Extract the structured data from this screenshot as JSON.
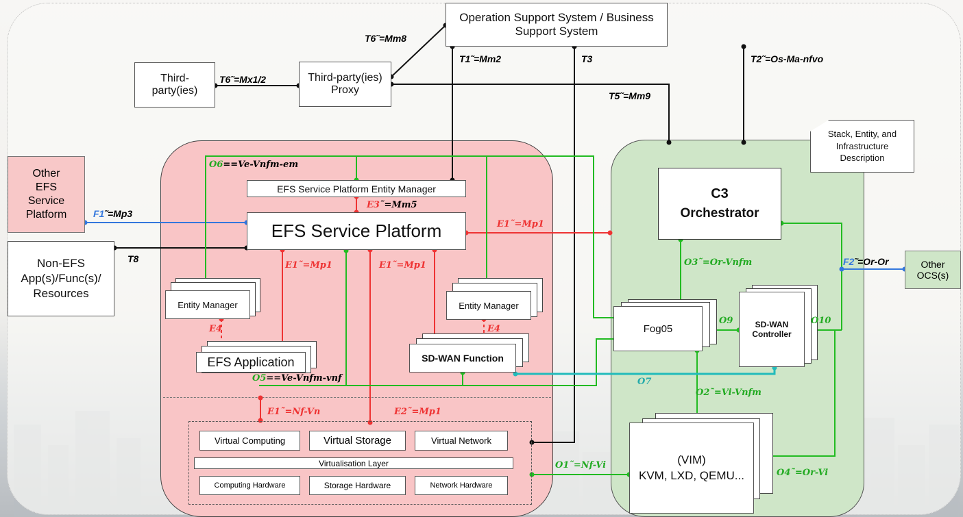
{
  "oss_bss": "Operation Support System / Business Support System",
  "third_party": "Third-\nparty(ies)",
  "third_party_proxy": "Third-party(ies)\nProxy",
  "other_efs": "Other\nEFS\nService\nPlatform",
  "non_efs": "Non-EFS\nApp(s)/Func(s)/\nResources",
  "sepm": "EFS Service Platform Entity Manager",
  "efs_service_platform": "EFS Service Platform",
  "entity_manager_left": "Entity Manager",
  "entity_manager_right": "Entity Manager",
  "efs_application": "EFS Application",
  "sdwan_function": "SD-WAN Function",
  "virtual_computing": "Virtual Computing",
  "virtual_storage": "Virtual Storage",
  "virtual_network": "Virtual Network",
  "virtualisation_layer": "Virtualisation Layer",
  "computing_hardware": "Computing Hardware",
  "storage_hardware": "Storage Hardware",
  "network_hardware": "Network Hardware",
  "stack_desc": "Stack, Entity, and\nInfrastructure\nDescription",
  "c3": "C3",
  "orchestrator": "Orchestrator",
  "fog05": "Fog05",
  "sdwan_controller": "SD-WAN\nController",
  "vim": "(VIM)\nKVM, LXD, QEMU...",
  "other_ocs": "Other\nOCS(s)",
  "labels": {
    "t6_mm8": "T6˜=Mm8",
    "t6_mx": "T6˜=Mx1/2",
    "t1_mm2": "T1˜=Mm2",
    "t3": "T3",
    "t2": "T2˜=Os-Ma-nfvo",
    "t5": "T5˜=Mm9",
    "t8": "T8",
    "f1": "F1",
    "f1_rest": "˜=Mp3",
    "f2": "F2",
    "f2_rest": "˜=Or-Or",
    "o6": "O6",
    "o6_rest": "==Ve-Vnfm-em",
    "e3": "E3",
    "e3_rest": "˜=Mm5",
    "e1_top": "E1˜=Mp1",
    "e1_left": "E1˜=Mp1",
    "e1_mid": "E1˜=Mp1",
    "e4_left": "E4",
    "e4_right": "E4",
    "o5": "O5",
    "o5_rest": "==Ve-Vnfm-vnf",
    "e1_nf": "E1˜=Nf-Vn",
    "e2": "E2˜=Mp1",
    "o3": "O3˜=Or-Vnfm",
    "o9": "O9",
    "o10": "O10",
    "o7": "O7",
    "o2": "O2˜=Vi-Vnfm",
    "o1": "O1˜=Nf-Vi",
    "o4": "O4˜=Or-Vi"
  },
  "colors": {
    "black_line": "#111111",
    "green_line": "#22bb22",
    "red_line": "#ee3333",
    "blue_line": "#3377dd",
    "cyan_line": "#22bbbb",
    "pink_region": "#f9c5c6",
    "green_region": "#cfe6c8"
  }
}
